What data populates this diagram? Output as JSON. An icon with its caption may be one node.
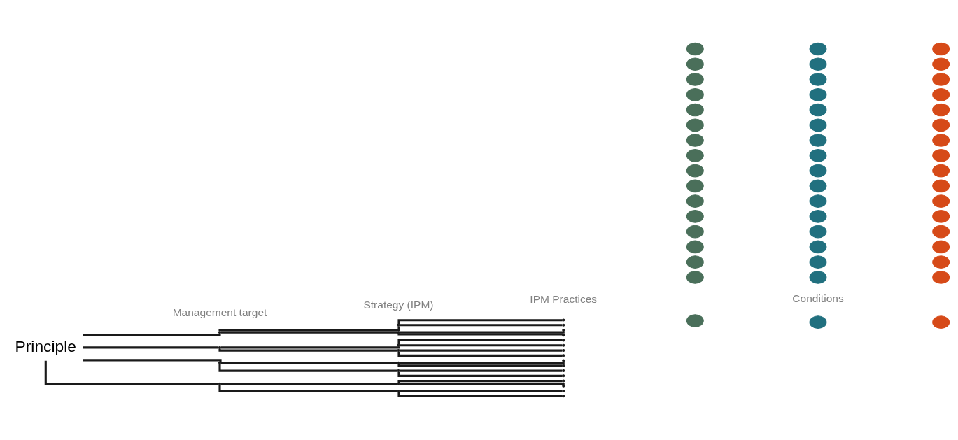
{
  "diagram": {
    "nodes": [
      {
        "text": [
          "Principle"
        ]
      },
      {
        "text": [],
        "shape": "point"
      },
      {
        "text": [],
        "shape": "point"
      },
      {
        "text": [],
        "shape": "point"
      },
      {
        "text": [],
        "shape": "point"
      },
      {
        "text": [],
        "shape": "point"
      },
      {
        "text": [],
        "shape": "point"
      },
      {
        "text": [],
        "shape": "point"
      },
      {
        "text": [],
        "shape": "point"
      },
      {
        "text": [],
        "shape": "point"
      },
      {
        "text": [],
        "shape": "point"
      },
      {
        "text": [],
        "shape": "point"
      },
      {
        "text": [],
        "shape": "point"
      },
      {
        "text": [],
        "shape": "point"
      },
      {
        "text": [],
        "shape": "point"
      },
      {
        "text": [],
        "shape": "point"
      },
      {
        "text": [],
        "shape": "point"
      },
      {
        "text": [],
        "shape": "point"
      },
      {
        "text": [],
        "shape": "point"
      },
      {
        "text": [],
        "shape": "point"
      },
      {
        "text": [],
        "shape": "point"
      },
      {
        "text": [],
        "shape": "point"
      },
      {
        "text": [],
        "shape": "point"
      },
      {
        "text": [],
        "shape": "point"
      },
      {
        "text": [],
        "shape": "point"
      },
      {
        "text": [],
        "shape": "point"
      },
      {
        "text": [],
        "shape": "point"
      },
      {
        "text": [],
        "shape": "point"
      },
      {
        "text": [],
        "shape": "point"
      },
      {
        "text": [],
        "shape": "circle"
      },
      {
        "text": [],
        "shape": "circle"
      },
      {
        "text": [],
        "shape": "circle"
      },
      {
        "text": [],
        "shape": "circle"
      },
      {
        "text": [],
        "shape": "circle"
      },
      {
        "text": [],
        "shape": "circle"
      },
      {
        "text": [],
        "shape": "circle"
      },
      {
        "text": [],
        "shape": "circle"
      },
      {
        "text": [],
        "shape": "circle"
      },
      {
        "text": [],
        "shape": "circle"
      },
      {
        "text": [],
        "shape": "circle"
      },
      {
        "text": [],
        "shape": "circle"
      },
      {
        "text": [],
        "shape": "circle"
      },
      {
        "text": [],
        "shape": "circle"
      },
      {
        "text": [],
        "shape": "circle"
      },
      {
        "text": [],
        "shape": "circle"
      },
      {
        "text": [],
        "shape": "circle"
      },
      {
        "text": [],
        "shape": "circle"
      },
      {
        "text": [],
        "shape": "circle"
      },
      {
        "text": [],
        "shape": "circle"
      },
      {
        "text": [],
        "shape": "circle"
      },
      {
        "text": [],
        "shape": "circle"
      },
      {
        "text": [],
        "shape": "circle"
      },
      {
        "text": [],
        "shape": "circle"
      },
      {
        "text": [],
        "shape": "circle"
      },
      {
        "text": [],
        "shape": "circle"
      },
      {
        "text": [],
        "shape": "circle"
      },
      {
        "text": [],
        "shape": "circle"
      },
      {
        "text": [],
        "shape": "circle"
      },
      {
        "text": [],
        "shape": "circle"
      },
      {
        "text": [],
        "shape": "circle"
      },
      {
        "text": [],
        "shape": "circle"
      },
      {
        "text": [],
        "shape": "circle"
      },
      {
        "text": [],
        "shape": "circle"
      },
      {
        "text": [],
        "shape": "circle"
      },
      {
        "text": [],
        "shape": "circle"
      },
      {
        "text": [],
        "shape": "circle"
      },
      {
        "text": [],
        "shape": "circle"
      },
      {
        "text": [],
        "shape": "circle"
      },
      {
        "text": [],
        "shape": "circle"
      },
      {
        "text": [],
        "shape": "circle"
      },
      {
        "text": [],
        "shape": "circle"
      },
      {
        "text": [],
        "shape": "circle"
      },
      {
        "text": [],
        "shape": "circle"
      },
      {
        "text": [],
        "shape": "circle"
      },
      {
        "text": [],
        "shape": "circle"
      },
      {
        "text": [],
        "shape": "circle"
      },
      {
        "text": [],
        "shape": "circle"
      },
      {
        "text": [],
        "shape": "circle"
      },
      {
        "text": [],
        "shape": "circle"
      },
      {
        "text": [],
        "shape": "circle"
      }
    ],
    "edges": [
      {
        "from": 0,
        "to": 1,
        "arrow": "none"
      },
      {
        "from": 0,
        "to": 2,
        "arrow": "none"
      },
      {
        "from": 0,
        "to": 3,
        "arrow": "none"
      },
      {
        "from": 0,
        "to": 4,
        "arrow": "none"
      },
      {
        "from": 1,
        "to": 5,
        "arrow": "none"
      },
      {
        "from": 1,
        "to": 6,
        "arrow": "none"
      },
      {
        "from": 2,
        "to": 7,
        "arrow": "none"
      },
      {
        "from": 2,
        "to": 8,
        "arrow": "none"
      },
      {
        "from": 3,
        "to": 9,
        "arrow": "none"
      },
      {
        "from": 3,
        "to": 10,
        "arrow": "none"
      },
      {
        "from": 4,
        "to": 11,
        "arrow": "none"
      },
      {
        "from": 4,
        "to": 12,
        "arrow": "none"
      },
      {
        "from": 5,
        "to": 13,
        "arrow": "none"
      },
      {
        "from": 5,
        "to": 14,
        "arrow": "none"
      },
      {
        "from": 6,
        "to": 15,
        "arrow": "none"
      },
      {
        "from": 6,
        "to": 16,
        "arrow": "none"
      },
      {
        "from": 7,
        "to": 17,
        "arrow": "none"
      },
      {
        "from": 7,
        "to": 18,
        "arrow": "none"
      },
      {
        "from": 8,
        "to": 19,
        "arrow": "none"
      },
      {
        "from": 8,
        "to": 20,
        "arrow": "none"
      },
      {
        "from": 9,
        "to": 21,
        "arrow": "none"
      },
      {
        "from": 9,
        "to": 22,
        "arrow": "none"
      },
      {
        "from": 10,
        "to": 23,
        "arrow": "none"
      },
      {
        "from": 10,
        "to": 24,
        "arrow": "none"
      },
      {
        "from": 11,
        "to": 25,
        "arrow": "none"
      },
      {
        "from": 11,
        "to": 26,
        "arrow": "none"
      },
      {
        "from": 12,
        "to": 27,
        "arrow": "none"
      },
      {
        "from": 12,
        "to": 28,
        "arrow": "none"
      }
    ],
    "labels": [
      "Management target",
      "Strategy (IPM)",
      "IPM Practices",
      "Conditions"
    ]
  }
}
